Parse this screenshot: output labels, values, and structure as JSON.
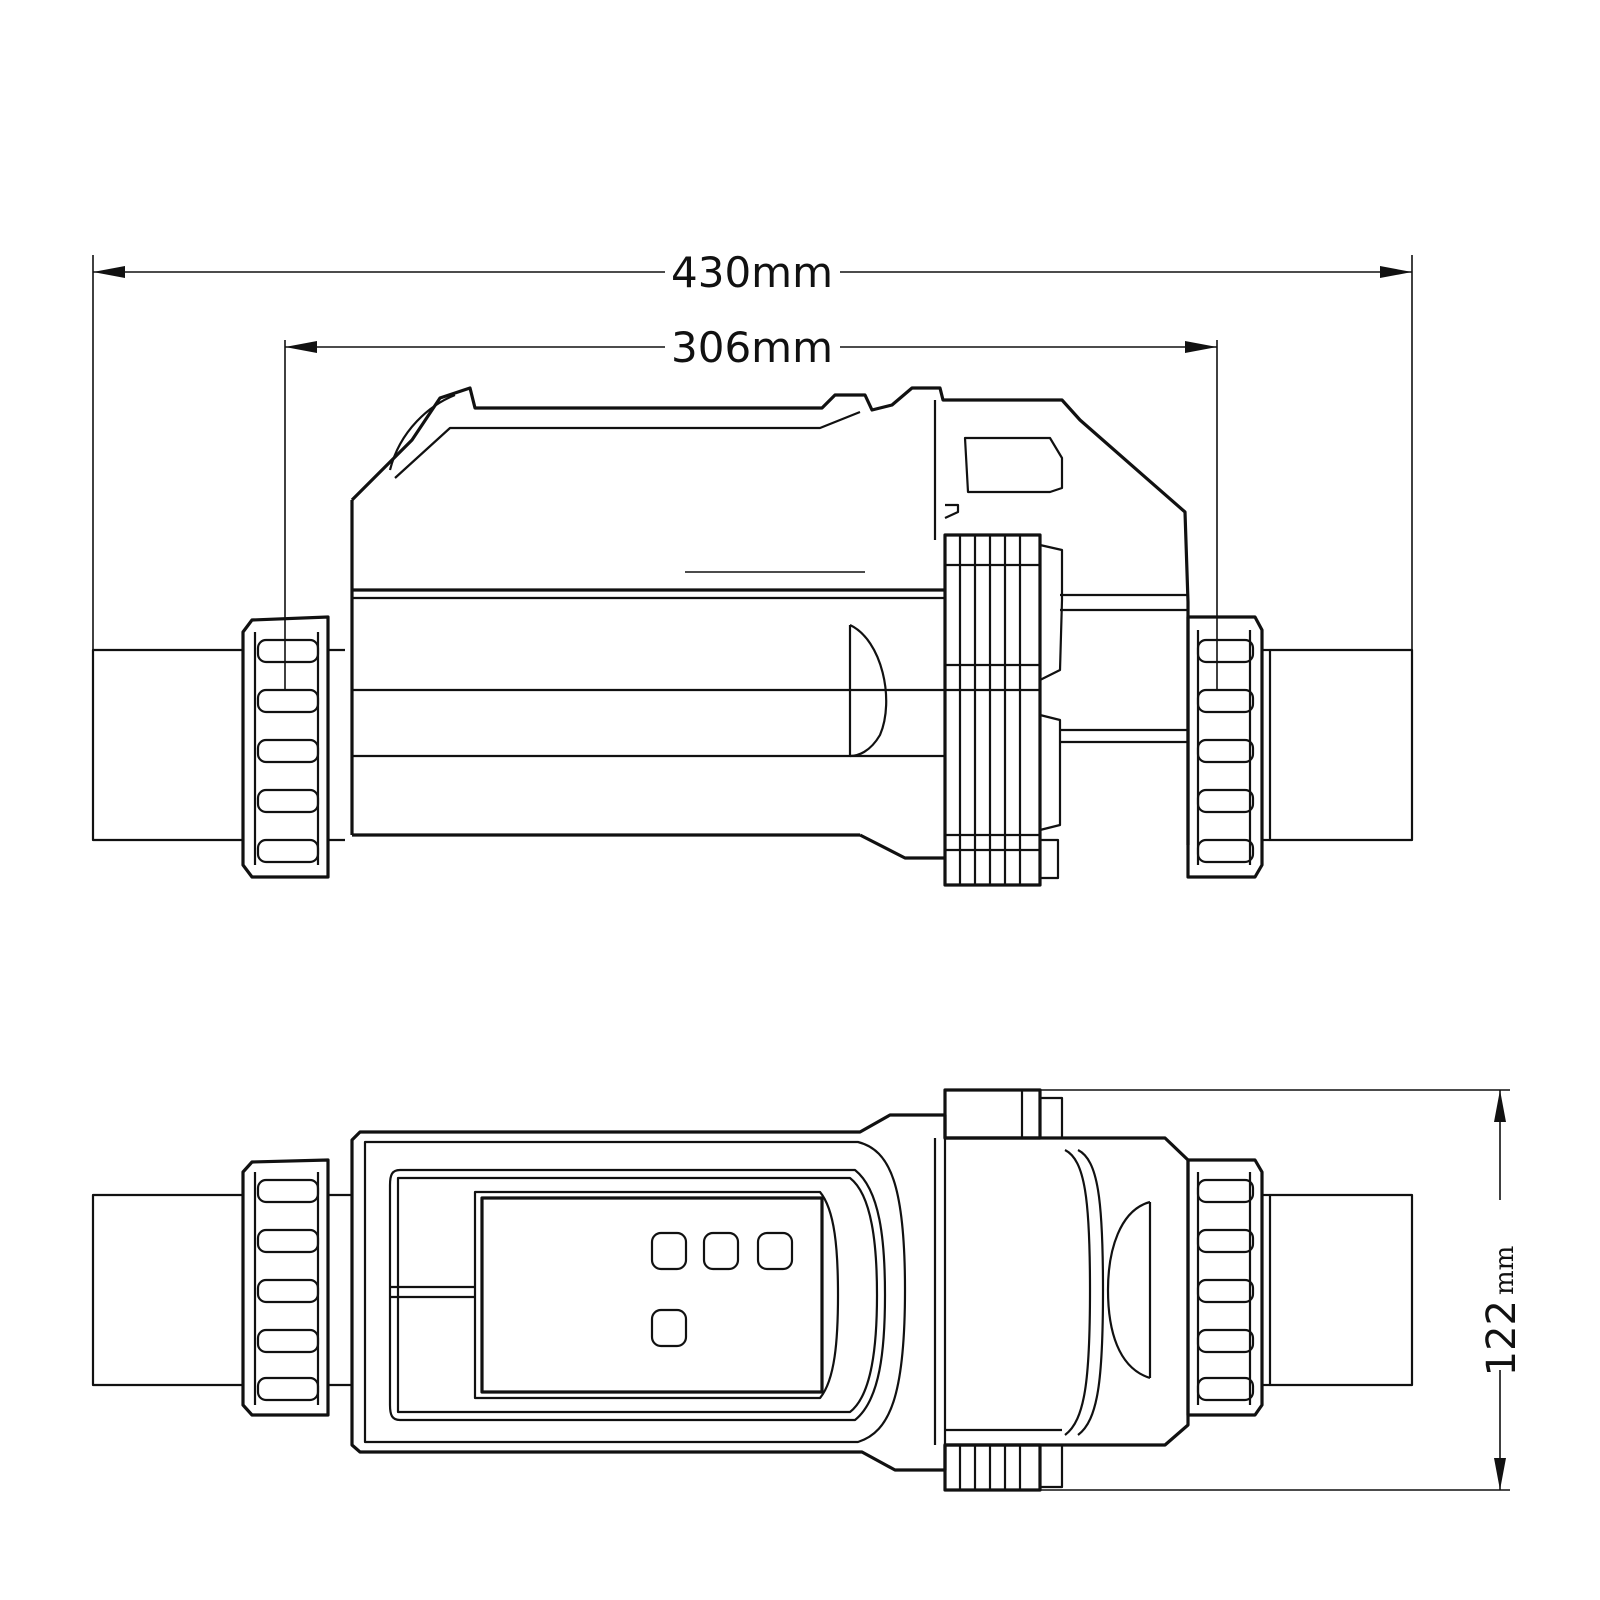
{
  "dimensions": {
    "overall_length": "430mm",
    "body_length": "306mm",
    "height_value": "122",
    "height_unit": "mm"
  }
}
